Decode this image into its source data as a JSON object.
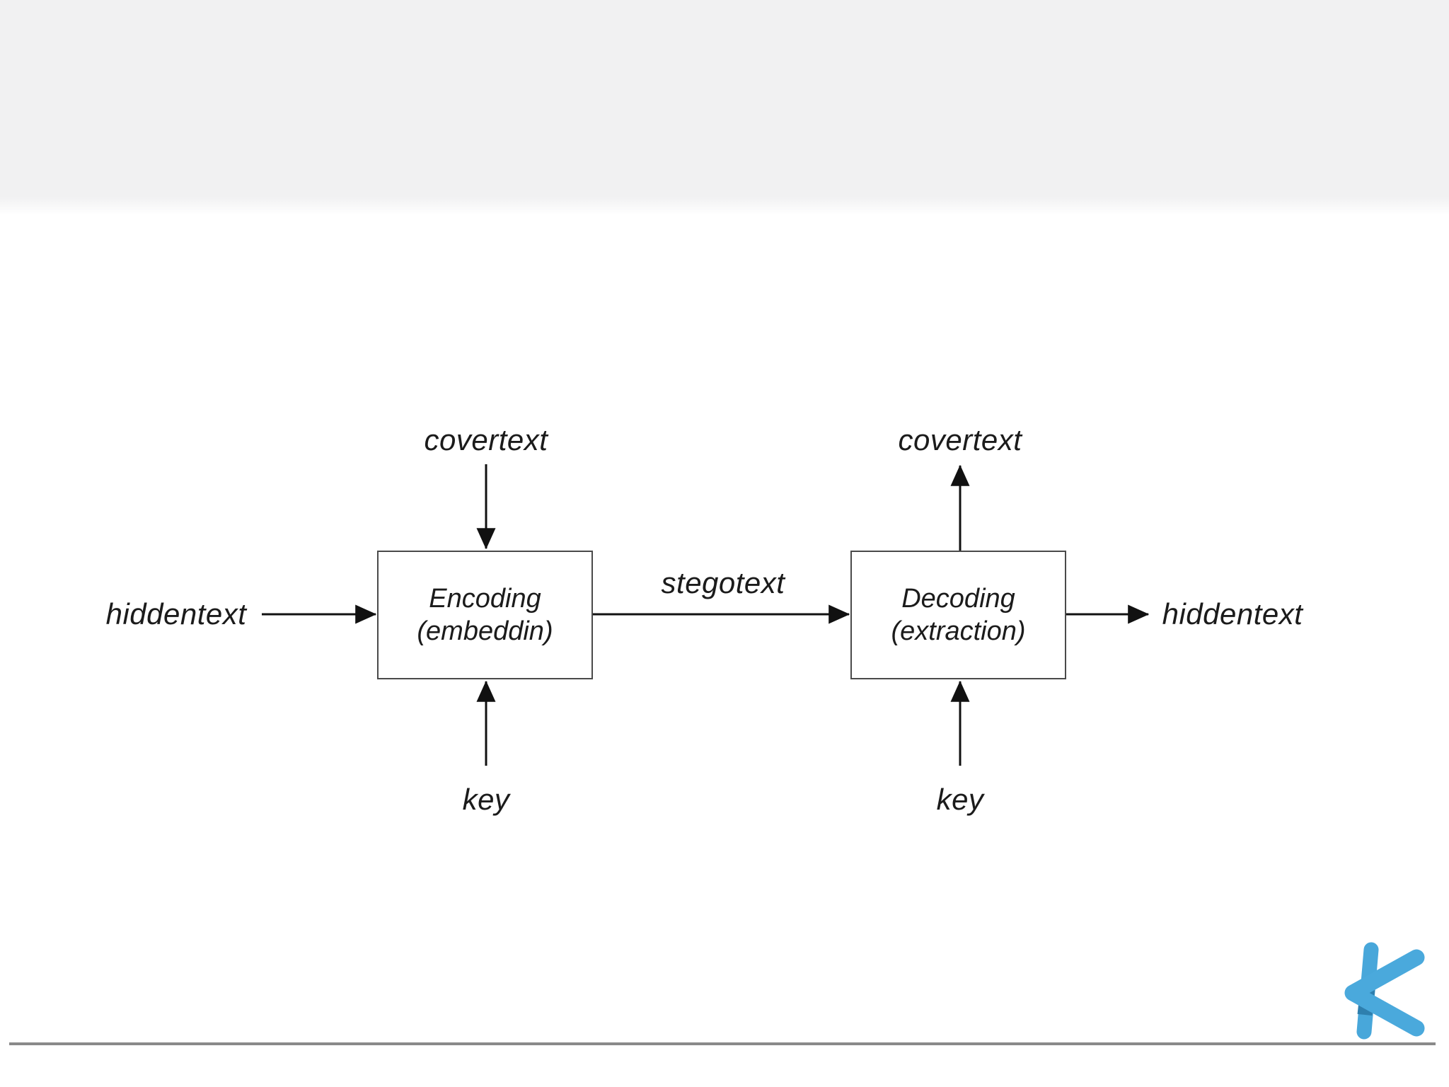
{
  "page": {
    "background_color": "#ffffff",
    "top_band_color": "#f1f1f2",
    "footer_line_color": "#8a8a8a"
  },
  "diagram": {
    "labels": {
      "covertext_left": "covertext",
      "covertext_right": "covertext",
      "hiddentext_left": "hiddentext",
      "hiddentext_right": "hiddentext",
      "stegotext": "stegotext",
      "key_left": "key",
      "key_right": "key"
    },
    "boxes": {
      "encoding": {
        "line1": "Encoding",
        "line2": "(embeddin)"
      },
      "decoding": {
        "line1": "Decoding",
        "line2": "(extraction)"
      }
    },
    "colors": {
      "arrow_stroke": "#111111",
      "box_border": "#4a4a4a"
    }
  },
  "logo": {
    "icon": "k-logo",
    "primary_color": "#48a7da",
    "shadow_color": "#2e7fae"
  }
}
